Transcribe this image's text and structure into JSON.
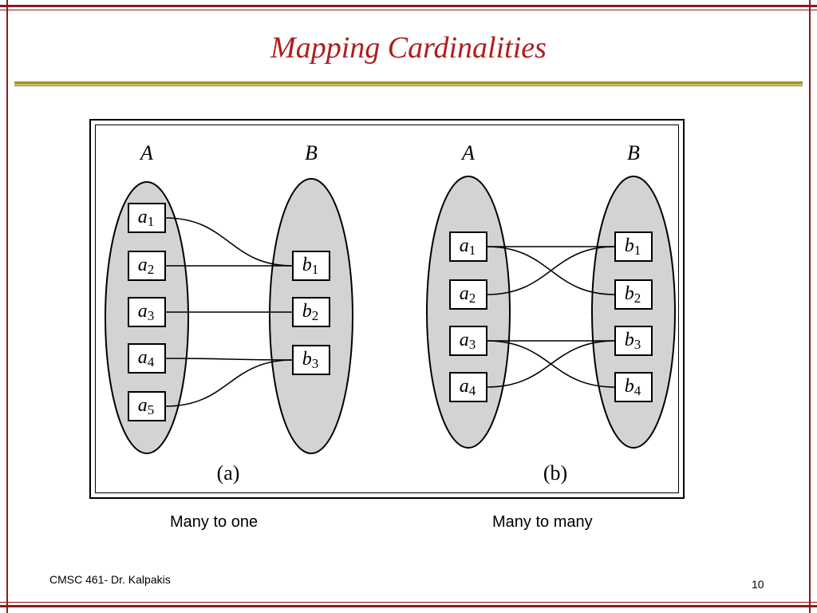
{
  "slide": {
    "title": "Mapping Cardinalities",
    "footer_left": "CMSC 461- Dr. Kalpakis",
    "page_number": "10",
    "colors": {
      "title": "#b01e1e",
      "border": "#8b1a1a",
      "rule": "#a89a1a",
      "ellipse_fill": "#d3d3d3"
    }
  },
  "diagram": {
    "a": {
      "caption": "(a)",
      "set_a_label": "A",
      "set_b_label": "B",
      "a_items": [
        {
          "base": "a",
          "sub": "1"
        },
        {
          "base": "a",
          "sub": "2"
        },
        {
          "base": "a",
          "sub": "3"
        },
        {
          "base": "a",
          "sub": "4"
        },
        {
          "base": "a",
          "sub": "5"
        }
      ],
      "b_items": [
        {
          "base": "b",
          "sub": "1"
        },
        {
          "base": "b",
          "sub": "2"
        },
        {
          "base": "b",
          "sub": "3"
        }
      ],
      "edges": [
        [
          0,
          0
        ],
        [
          1,
          0
        ],
        [
          2,
          1
        ],
        [
          3,
          2
        ],
        [
          4,
          2
        ]
      ],
      "description": "Many to one"
    },
    "b": {
      "caption": "(b)",
      "set_a_label": "A",
      "set_b_label": "B",
      "a_items": [
        {
          "base": "a",
          "sub": "1"
        },
        {
          "base": "a",
          "sub": "2"
        },
        {
          "base": "a",
          "sub": "3"
        },
        {
          "base": "a",
          "sub": "4"
        }
      ],
      "b_items": [
        {
          "base": "b",
          "sub": "1"
        },
        {
          "base": "b",
          "sub": "2"
        },
        {
          "base": "b",
          "sub": "3"
        },
        {
          "base": "b",
          "sub": "4"
        }
      ],
      "edges": [
        [
          0,
          0
        ],
        [
          0,
          1
        ],
        [
          1,
          0
        ],
        [
          2,
          2
        ],
        [
          2,
          3
        ],
        [
          3,
          2
        ]
      ],
      "description": "Many to many"
    }
  }
}
